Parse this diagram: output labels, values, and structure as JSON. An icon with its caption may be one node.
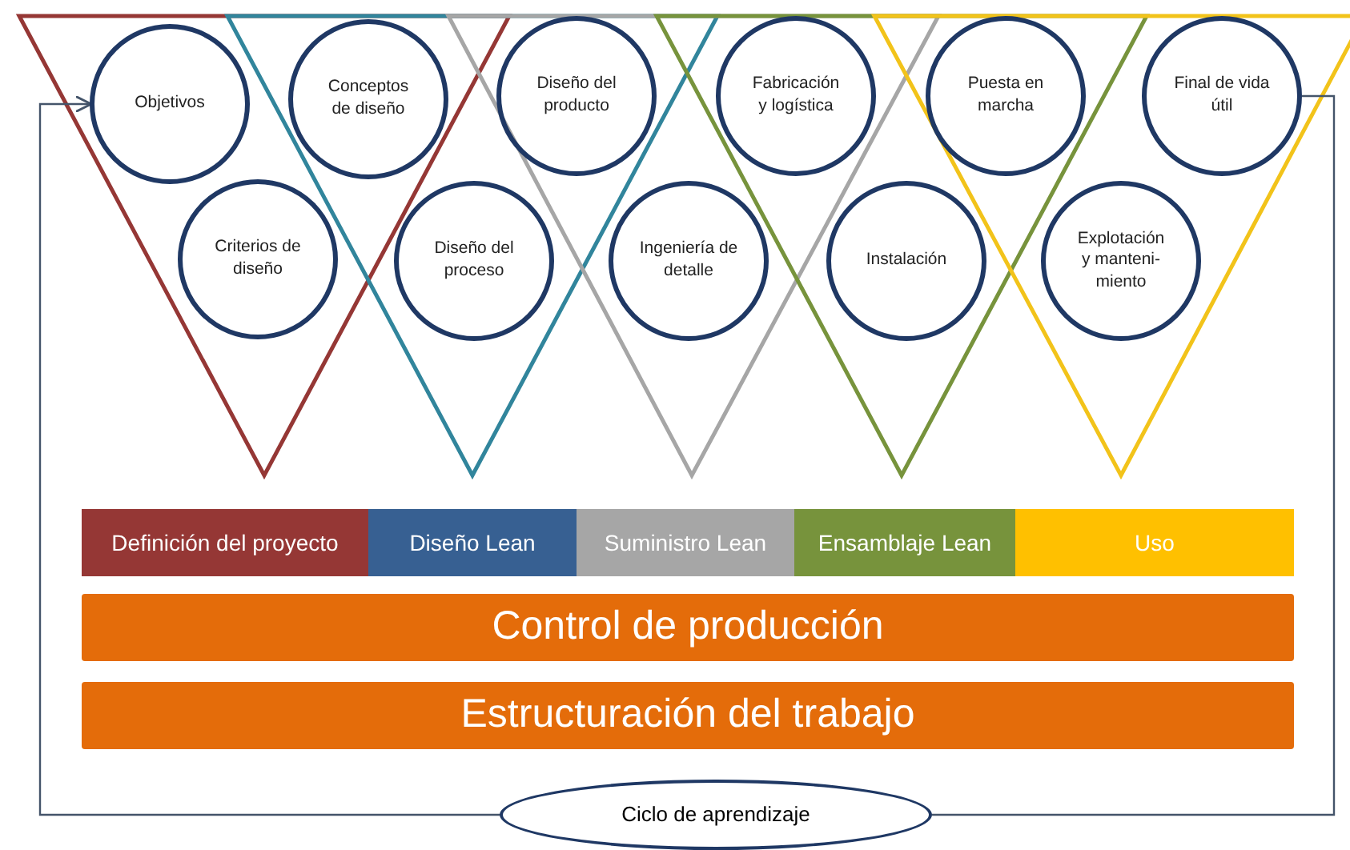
{
  "diagram": {
    "nodes": [
      {
        "text": [
          "Objetivos"
        ]
      },
      {
        "text": [
          "Conceptos de diseño"
        ]
      },
      {
        "text": [
          "Diseño del producto"
        ]
      },
      {
        "text": [
          "Fabricación y logística"
        ]
      },
      {
        "text": [
          "Puesta en marcha"
        ]
      },
      {
        "text": [
          "Final de vida útil"
        ]
      },
      {
        "text": [
          "Criterios de diseño"
        ]
      },
      {
        "text": [
          "Diseño del proceso"
        ]
      },
      {
        "text": [
          "Ingeniería de detalle"
        ]
      },
      {
        "text": [
          "Instalación"
        ]
      },
      {
        "text": [
          "Explotación y manteni- miento"
        ]
      },
      {
        "text": [
          "Definición del proyecto"
        ]
      },
      {
        "text": [
          "Diseño Lean"
        ]
      },
      {
        "text": [
          "Suministro Lean"
        ]
      },
      {
        "text": [
          "Ensamblaje Lean"
        ]
      },
      {
        "text": [
          "Uso"
        ]
      },
      {
        "text": [
          "Control de producción"
        ]
      },
      {
        "text": [
          "Estructuración del trabajo"
        ]
      },
      {
        "text": [
          "Ciclo de aprendizaje"
        ]
      }
    ],
    "edges": [
      {
        "from": 5,
        "to": 18,
        "arrow": "none"
      },
      {
        "from": 18,
        "to": 0,
        "arrow": "to"
      }
    ]
  }
}
